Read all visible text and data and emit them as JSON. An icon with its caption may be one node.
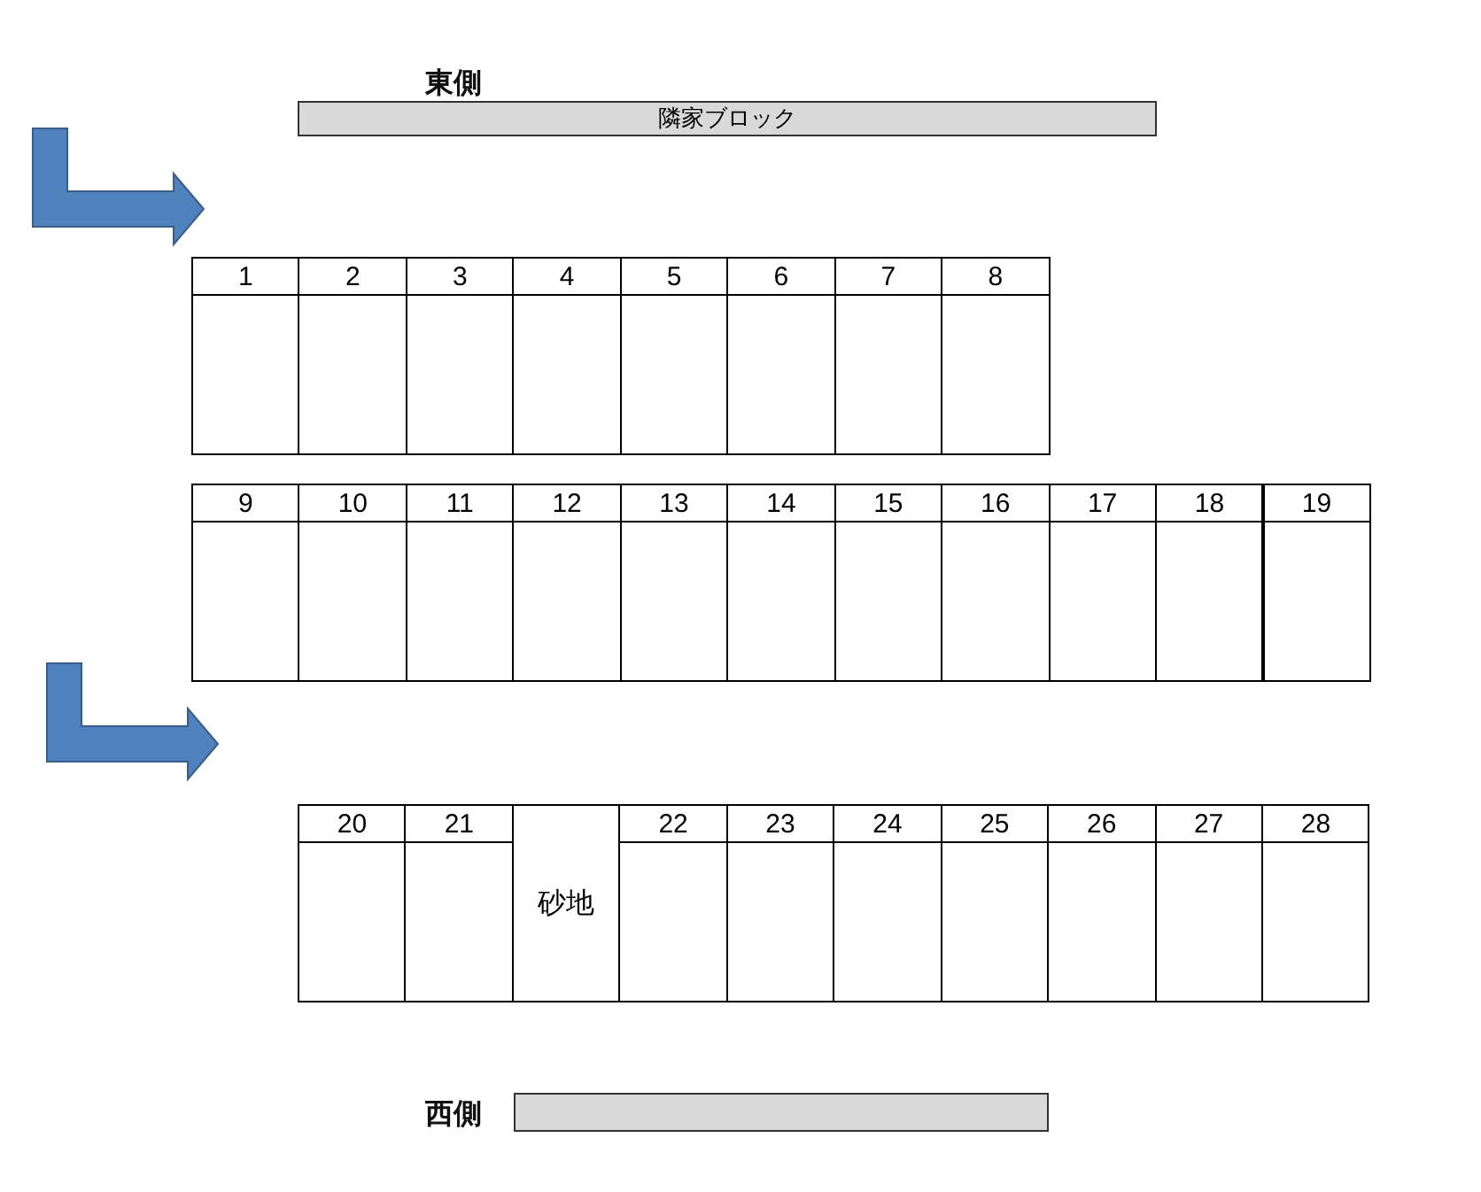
{
  "diagram": {
    "nodes": [
      {
        "text": [
          "隣家ブロック"
        ]
      },
      {
        "text": [
          "1"
        ]
      },
      {
        "text": [
          "2"
        ]
      },
      {
        "text": [
          "3"
        ]
      },
      {
        "text": [
          "4"
        ]
      },
      {
        "text": [
          "5"
        ]
      },
      {
        "text": [
          "6"
        ]
      },
      {
        "text": [
          "7"
        ]
      },
      {
        "text": [
          "8"
        ]
      },
      {
        "text": [
          "9"
        ]
      },
      {
        "text": [
          "10"
        ]
      },
      {
        "text": [
          "11"
        ]
      },
      {
        "text": [
          "12"
        ]
      },
      {
        "text": [
          "13"
        ]
      },
      {
        "text": [
          "14"
        ]
      },
      {
        "text": [
          "15"
        ]
      },
      {
        "text": [
          "16"
        ]
      },
      {
        "text": [
          "17"
        ]
      },
      {
        "text": [
          "18"
        ]
      },
      {
        "text": [
          "19"
        ]
      },
      {
        "text": [
          "20"
        ]
      },
      {
        "text": [
          "21"
        ]
      },
      {
        "text": [
          "砂地"
        ]
      },
      {
        "text": [
          "22"
        ]
      },
      {
        "text": [
          "23"
        ]
      },
      {
        "text": [
          "24"
        ]
      },
      {
        "text": [
          "25"
        ]
      },
      {
        "text": [
          "26"
        ]
      },
      {
        "text": [
          "27"
        ]
      },
      {
        "text": [
          "28"
        ]
      },
      {
        "text": [],
        "shape": "bar"
      }
    ],
    "labels": [
      "東側",
      "西側"
    ]
  }
}
